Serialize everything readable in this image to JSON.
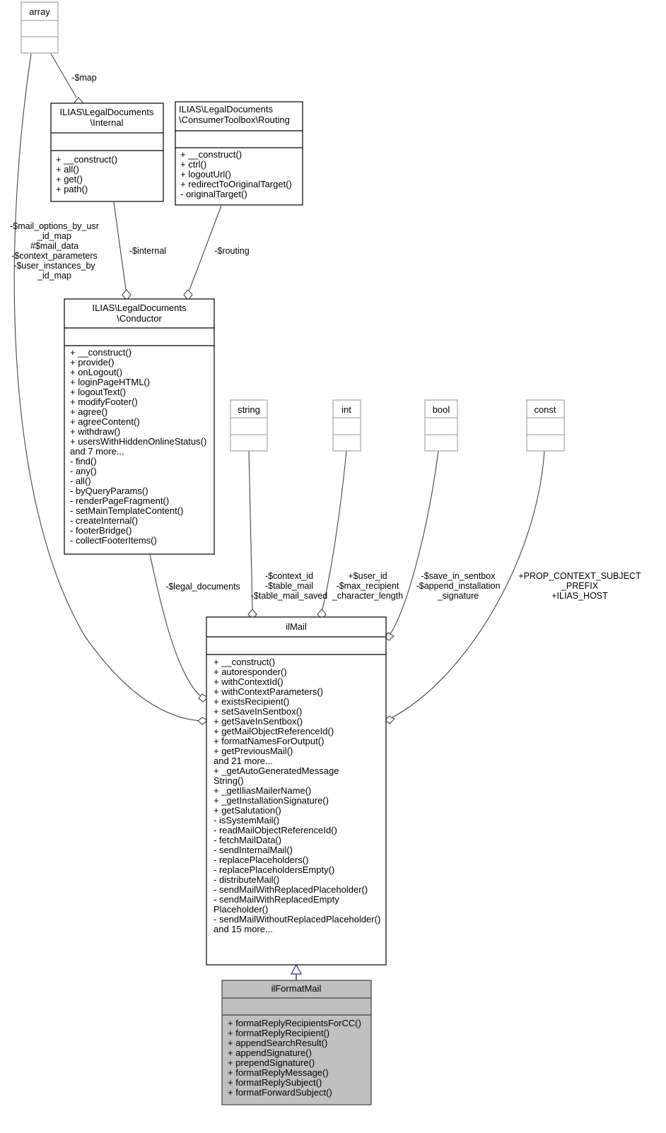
{
  "diagram": {
    "type": "uml-class-diagram",
    "title": "ilMail class collaboration diagram",
    "background": "#ffffff",
    "inheritance_color": "#4a4a8a",
    "association_color": "#464646",
    "highlight_fill": "#c0c0c0"
  },
  "classes": [
    {
      "id": "array",
      "name": "array",
      "name_lines": [
        "array"
      ],
      "style": "plain-grey",
      "attributes": [],
      "methods": []
    },
    {
      "id": "internal",
      "name": "ILIAS\\LegalDocuments\\Internal",
      "name_lines": [
        "ILIAS\\LegalDocuments",
        "\\Internal"
      ],
      "style": "plain",
      "attributes": [],
      "methods": [
        "+ __construct()",
        "+ all()",
        "+ get()",
        "+ path()"
      ]
    },
    {
      "id": "routing",
      "name": "ILIAS\\LegalDocuments\\ConsumerToolbox\\Routing",
      "name_lines": [
        "ILIAS\\LegalDocuments",
        "\\ConsumerToolbox\\Routing"
      ],
      "style": "plain",
      "attributes": [],
      "methods": [
        "+ __construct()",
        "+ ctrl()",
        "+ logoutUrl()",
        "+ redirectToOriginalTarget()",
        "- originalTarget()"
      ]
    },
    {
      "id": "conductor",
      "name": "ILIAS\\LegalDocuments\\Conductor",
      "name_lines": [
        "ILIAS\\LegalDocuments",
        "\\Conductor"
      ],
      "style": "plain",
      "attributes": [],
      "methods": [
        "+ __construct()",
        "+ provide()",
        "+ onLogout()",
        "+ loginPageHTML()",
        "+ logoutText()",
        "+ modifyFooter()",
        "+ agree()",
        "+ agreeContent()",
        "+ withdraw()",
        "+ usersWithHiddenOnlineStatus()",
        "and 7 more...",
        "- find()",
        "- any()",
        "- all()",
        "- byQueryParams()",
        "- renderPageFragment()",
        "- setMainTemplateContent()",
        "- createInternal()",
        "- footerBridge()",
        "- collectFooterItems()"
      ]
    },
    {
      "id": "string",
      "name": "string",
      "name_lines": [
        "string"
      ],
      "style": "plain-grey",
      "attributes": [],
      "methods": []
    },
    {
      "id": "int",
      "name": "int",
      "name_lines": [
        "int"
      ],
      "style": "plain-grey",
      "attributes": [],
      "methods": []
    },
    {
      "id": "bool",
      "name": "bool",
      "name_lines": [
        "bool"
      ],
      "style": "plain-grey",
      "attributes": [],
      "methods": []
    },
    {
      "id": "const",
      "name": "const",
      "name_lines": [
        "const"
      ],
      "style": "plain-grey",
      "attributes": [],
      "methods": []
    },
    {
      "id": "ilMail",
      "name": "ilMail",
      "name_lines": [
        "ilMail"
      ],
      "style": "plain",
      "attributes": [],
      "methods": [
        "+ __construct()",
        "+ autoresponder()",
        "+ withContextId()",
        "+ withContextParameters()",
        "+ existsRecipient()",
        "+ setSaveInSentbox()",
        "+ getSaveInSentbox()",
        "+ getMailObjectReferenceId()",
        "+ formatNamesForOutput()",
        "+ getPreviousMail()",
        "and 21 more...",
        "+ _getAutoGeneratedMessage",
        "String()",
        "+ _getIliasMailerName()",
        "+ _getInstallationSignature()",
        "+ getSalutation()",
        "- isSystemMail()",
        "- readMailObjectReferenceId()",
        "- fetchMailData()",
        "- sendInternalMail()",
        "- replacePlaceholders()",
        "- replacePlaceholdersEmpty()",
        "- distributeMail()",
        "- sendMailWithReplacedPlaceholder()",
        "- sendMailWithReplacedEmpty",
        "Placeholder()",
        "- sendMailWithoutReplacedPlaceholder()",
        "and 15 more..."
      ]
    },
    {
      "id": "ilFormatMail",
      "name": "ilFormatMail",
      "name_lines": [
        "ilFormatMail"
      ],
      "style": "highlight",
      "attributes": [],
      "methods": [
        "+ formatReplyRecipientsForCC()",
        "+ formatReplyRecipient()",
        "+ appendSearchResult()",
        "+ appendSignature()",
        "+ prependSignature()",
        "+ formatReplyMessage()",
        "+ formatReplySubject()",
        "+ formatForwardSubject()"
      ]
    }
  ],
  "edge_labels": {
    "array_to_internal": [
      "-$map"
    ],
    "array_to_ilmail": [
      "-$mail_options_by_usr",
      "_id_map",
      "#$mail_data",
      "-$context_parameters",
      "-$user_instances_by",
      "_id_map"
    ],
    "internal_to_conductor": [
      "-$internal"
    ],
    "routing_to_conductor": [
      "-$routing"
    ],
    "conductor_to_ilmail": [
      "-$legal_documents"
    ],
    "string_to_ilmail": [
      "-$context_id",
      "-$table_mail",
      "-$table_mail_saved"
    ],
    "int_to_ilmail": [
      "+$user_id",
      "-$max_recipient",
      "_character_length"
    ],
    "bool_to_ilmail": [
      "-$save_in_sentbox",
      "-$append_installation",
      "_signature"
    ],
    "const_to_ilmail": [
      "+PROP_CONTEXT_SUBJECT",
      "_PREFIX",
      "+ILIAS_HOST"
    ]
  },
  "relationships": [
    {
      "from": "array",
      "to": "internal",
      "kind": "aggregation",
      "label": "-$map"
    },
    {
      "from": "array",
      "to": "ilMail",
      "kind": "aggregation",
      "label": "-$mail_options_by_usr_id_map"
    },
    {
      "from": "internal",
      "to": "conductor",
      "kind": "aggregation",
      "label": "-$internal"
    },
    {
      "from": "routing",
      "to": "conductor",
      "kind": "aggregation",
      "label": "-$routing"
    },
    {
      "from": "conductor",
      "to": "ilMail",
      "kind": "aggregation",
      "label": "-$legal_documents"
    },
    {
      "from": "string",
      "to": "ilMail",
      "kind": "aggregation",
      "label": "-$context_id"
    },
    {
      "from": "int",
      "to": "ilMail",
      "kind": "aggregation",
      "label": "+$user_id"
    },
    {
      "from": "bool",
      "to": "ilMail",
      "kind": "aggregation",
      "label": "-$save_in_sentbox"
    },
    {
      "from": "const",
      "to": "ilMail",
      "kind": "aggregation",
      "label": "+PROP_CONTEXT_SUBJECT_PREFIX"
    },
    {
      "from": "ilFormatMail",
      "to": "ilMail",
      "kind": "inheritance",
      "label": ""
    }
  ]
}
